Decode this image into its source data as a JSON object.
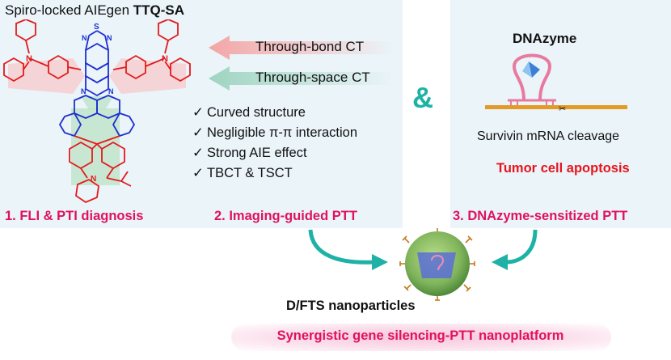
{
  "molecule": {
    "title_prefix": "Spiro-locked AIEgen ",
    "title_name": "TTQ-SA",
    "atom_N": "N",
    "atom_S": "S"
  },
  "ct_arrows": [
    {
      "label": "Through-bond CT",
      "color": "#f4a5a5"
    },
    {
      "label": "Through-space CT",
      "color": "#9fd4c0"
    }
  ],
  "checklist": [
    "Curved  structure",
    "Negligible π-π interaction",
    "Strong AIE effect",
    "TBCT & TSCT"
  ],
  "check_mark": "✓",
  "ampersand": "&",
  "dnazyme": {
    "title": "DNAzyme",
    "cleavage": "Survivin mRNA cleavage",
    "apoptosis": "Tumor cell apoptosis"
  },
  "steps": [
    "1. FLI & PTI diagnosis",
    "2. Imaging-guided PTT",
    "3. DNAzyme-sensitized PTT"
  ],
  "nanoparticle": {
    "label": "D/FTS nanoparticles"
  },
  "platform": "Synergistic gene silencing-PTT nanoplatform",
  "colors": {
    "panel_bg": "#eaf4f9",
    "accent_teal": "#1eb2a6",
    "accent_magenta": "#e0115f",
    "red_text": "#e8141c",
    "donor_red": "#e31b1b",
    "acceptor_blue": "#1f2fd0"
  }
}
